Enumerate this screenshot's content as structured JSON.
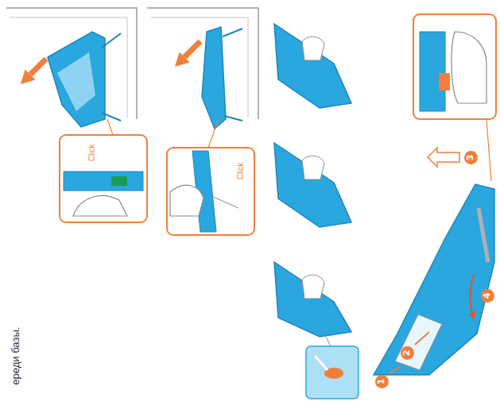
{
  "diagram": {
    "nodes": [
      {
        "text": [
          "1"
        ]
      },
      {
        "text": [
          "2"
        ]
      },
      {
        "text": [
          "3"
        ]
      },
      {
        "text": [
          "4"
        ]
      }
    ],
    "labels": [
      "Click",
      "Click",
      "ереди базы."
    ]
  }
}
